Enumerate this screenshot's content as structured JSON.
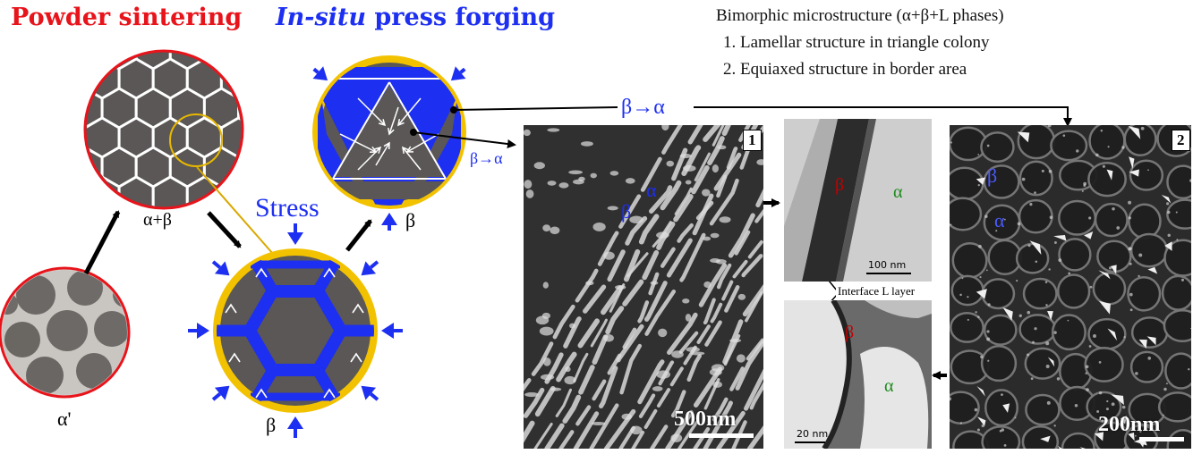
{
  "headings": {
    "powder_sintering": "Powder sintering",
    "insitu_prefix": "In-situ",
    "insitu_suffix": " press forging"
  },
  "info": {
    "title": "Bimorphic microstructure (α+β+L phases)",
    "item1": "1. Lamellar structure in triangle colony",
    "item2": "2. Equiaxed structure in border area"
  },
  "labels": {
    "alpha_prime": "α'",
    "alpha_beta": "α+β",
    "stress": "Stress",
    "beta_bottom": "β",
    "beta_top": "β",
    "beta_to_alpha_small": "β→α",
    "beta_to_alpha_top": "β→α",
    "interface": "Interface L layer"
  },
  "panels": {
    "p1_label": "1",
    "p1_scale": "500nm",
    "p1_beta": "β",
    "p1_alpha": "α",
    "tem1_beta": "β",
    "tem1_alpha": "α",
    "tem1_scale": "100 nm",
    "tem2_beta": "β",
    "tem2_alpha": "α",
    "tem2_scale": "20 nm",
    "p2_label": "2",
    "p2_scale": "200nm",
    "p2_beta": "β",
    "p2_alpha": "α"
  },
  "colors": {
    "red": "#e8141b",
    "blue": "#1d2ff0",
    "yellow": "#f2c200",
    "gray": "#5a5756",
    "black": "#000000"
  }
}
